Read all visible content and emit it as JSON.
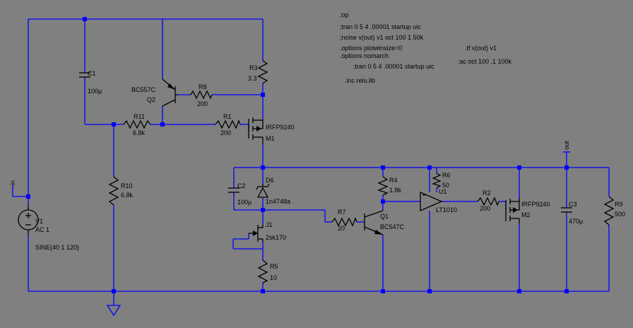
{
  "colors": {
    "background": "#808080",
    "wire": "#0000ff",
    "component": "#000000"
  },
  "directives": {
    "op": ";op",
    "tran_comment": ";tran 0 5 4 .00001 startup uic",
    "noise": ";noise v(out) v1 oct 100 1 50k",
    "options1": ".options plotwinsize=0",
    "tf": ".tf v(out) v1",
    "options2": ".options nomarch",
    "tran_comment2": ";tran 0 5 4 .00001 startup uic",
    "ac": ";ac oct 100 .1 100k",
    "inc": ".inc relu.lib"
  },
  "nets": {
    "in": "in",
    "out": "out"
  },
  "components": {
    "V1": {
      "name": "V1",
      "ac": "AC 1",
      "value": "SINE(40 1 120)"
    },
    "C1": {
      "name": "C1",
      "value": "100µ"
    },
    "R3": {
      "name": "R3",
      "value": "3.3"
    },
    "Q2": {
      "type": "BC557C",
      "name": "Q2"
    },
    "R8": {
      "name": "R8",
      "value": "200"
    },
    "R11": {
      "name": "R11",
      "value": "6.8k"
    },
    "R1": {
      "name": "R1",
      "value": "200"
    },
    "M1": {
      "type": "IRFP9240",
      "name": "M1"
    },
    "R10": {
      "name": "R10",
      "value": "6.8k"
    },
    "C2": {
      "name": "C2",
      "value": "100µ"
    },
    "D6": {
      "name": "D6",
      "value": "1n4748a"
    },
    "J1": {
      "name": "J1",
      "value": "2sk170"
    },
    "R5": {
      "name": "R5",
      "value": "10"
    },
    "R7": {
      "name": "R7",
      "value": "20"
    },
    "Q1": {
      "name": "Q1",
      "type": "BC547C"
    },
    "R4": {
      "name": "R4",
      "value": "1.8k"
    },
    "R6": {
      "name": "R6",
      "value": "50"
    },
    "U1": {
      "name": "U1",
      "type": "LT1010"
    },
    "R2": {
      "name": "R2",
      "value": "200"
    },
    "M2": {
      "type": "IRFP9240",
      "name": "M2"
    },
    "C3": {
      "name": "C3",
      "value": "470µ"
    },
    "R9": {
      "name": "R9",
      "value": "500"
    }
  }
}
